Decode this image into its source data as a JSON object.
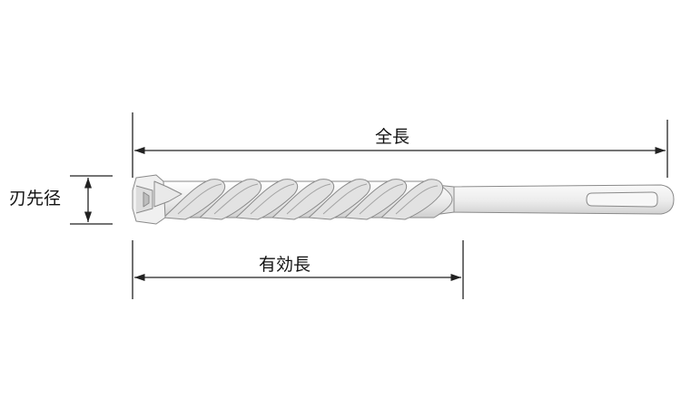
{
  "labels": {
    "overall_length": "全長",
    "effective_length": "有効長",
    "cutting_diameter": "刃先径"
  },
  "colors": {
    "line": "#222222",
    "bit_outline": "#8a8a8a",
    "bit_fill": "#f2f2f2",
    "bit_shade": "#d6d6d6"
  }
}
